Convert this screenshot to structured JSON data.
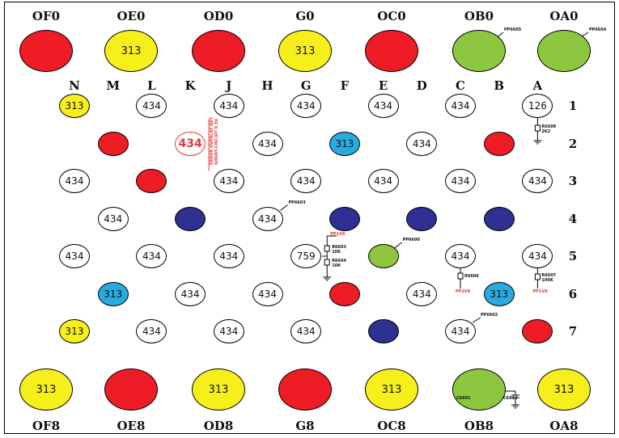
{
  "colors": {
    "yellow": "#f7ef1c",
    "red": "#ee1c24",
    "green": "#8dc63f",
    "blue": "#29abe2",
    "navy": "#2e3192",
    "white": "#ffffff",
    "highlight": "#e53935"
  },
  "top_labels": [
    "OF0",
    "OE0",
    "OD0",
    "G0",
    "OC0",
    "OB0",
    "OA0"
  ],
  "bottom_labels": [
    "OF8",
    "OE8",
    "OD8",
    "G8",
    "OC8",
    "OB8",
    "OA8"
  ],
  "column_labels": [
    "N",
    "M",
    "L",
    "K",
    "J",
    "H",
    "G",
    "F",
    "E",
    "D",
    "C",
    "B",
    "A"
  ],
  "row_labels": [
    "1",
    "2",
    "3",
    "4",
    "5",
    "6",
    "7"
  ],
  "top_pads": [
    {
      "color": "red",
      "text": ""
    },
    {
      "color": "yellow",
      "text": "313"
    },
    {
      "color": "red",
      "text": ""
    },
    {
      "color": "yellow",
      "text": "313"
    },
    {
      "color": "red",
      "text": ""
    },
    {
      "color": "green",
      "text": ""
    },
    {
      "color": "green",
      "text": ""
    }
  ],
  "bottom_pads": [
    {
      "color": "yellow",
      "text": "313"
    },
    {
      "color": "red",
      "text": ""
    },
    {
      "color": "yellow",
      "text": "313"
    },
    {
      "color": "red",
      "text": ""
    },
    {
      "color": "yellow",
      "text": "313"
    },
    {
      "color": "green",
      "text": ""
    },
    {
      "color": "yellow",
      "text": "313"
    }
  ],
  "grid_pads": [
    {
      "row": 0,
      "col": 0,
      "color": "yellow",
      "text": "313"
    },
    {
      "row": 0,
      "col": 2,
      "color": "white",
      "text": "434"
    },
    {
      "row": 0,
      "col": 4,
      "color": "white",
      "text": "434"
    },
    {
      "row": 0,
      "col": 6,
      "color": "white",
      "text": "434"
    },
    {
      "row": 0,
      "col": 8,
      "color": "white",
      "text": "434"
    },
    {
      "row": 0,
      "col": 10,
      "color": "white",
      "text": "434"
    },
    {
      "row": 0,
      "col": 12,
      "color": "white",
      "text": "126"
    },
    {
      "row": 1,
      "col": 1,
      "color": "red",
      "text": ""
    },
    {
      "row": 1,
      "col": 3,
      "color": "white",
      "text": "434",
      "highlight": true
    },
    {
      "row": 1,
      "col": 5,
      "color": "white",
      "text": "434"
    },
    {
      "row": 1,
      "col": 7,
      "color": "blue",
      "text": "313"
    },
    {
      "row": 1,
      "col": 9,
      "color": "white",
      "text": "434"
    },
    {
      "row": 1,
      "col": 11,
      "color": "red",
      "text": ""
    },
    {
      "row": 2,
      "col": 0,
      "color": "white",
      "text": "434"
    },
    {
      "row": 2,
      "col": 2,
      "color": "red",
      "text": ""
    },
    {
      "row": 2,
      "col": 4,
      "color": "white",
      "text": "434"
    },
    {
      "row": 2,
      "col": 6,
      "color": "white",
      "text": "434"
    },
    {
      "row": 2,
      "col": 8,
      "color": "white",
      "text": "434"
    },
    {
      "row": 2,
      "col": 10,
      "color": "white",
      "text": "434"
    },
    {
      "row": 2,
      "col": 12,
      "color": "white",
      "text": "434"
    },
    {
      "row": 3,
      "col": 1,
      "color": "white",
      "text": "434"
    },
    {
      "row": 3,
      "col": 3,
      "color": "navy",
      "text": ""
    },
    {
      "row": 3,
      "col": 5,
      "color": "white",
      "text": "434"
    },
    {
      "row": 3,
      "col": 7,
      "color": "navy",
      "text": ""
    },
    {
      "row": 3,
      "col": 9,
      "color": "navy",
      "text": ""
    },
    {
      "row": 3,
      "col": 11,
      "color": "navy",
      "text": ""
    },
    {
      "row": 4,
      "col": 0,
      "color": "white",
      "text": "434"
    },
    {
      "row": 4,
      "col": 2,
      "color": "white",
      "text": "434"
    },
    {
      "row": 4,
      "col": 4,
      "color": "white",
      "text": "434"
    },
    {
      "row": 4,
      "col": 6,
      "color": "white",
      "text": "759"
    },
    {
      "row": 4,
      "col": 8,
      "color": "green",
      "text": ""
    },
    {
      "row": 4,
      "col": 10,
      "color": "white",
      "text": "434"
    },
    {
      "row": 4,
      "col": 12,
      "color": "white",
      "text": "434"
    },
    {
      "row": 5,
      "col": 1,
      "color": "blue",
      "text": "313"
    },
    {
      "row": 5,
      "col": 3,
      "color": "white",
      "text": "434"
    },
    {
      "row": 5,
      "col": 5,
      "color": "white",
      "text": "434"
    },
    {
      "row": 5,
      "col": 7,
      "color": "red",
      "text": ""
    },
    {
      "row": 5,
      "col": 9,
      "color": "white",
      "text": "434"
    },
    {
      "row": 5,
      "col": 11,
      "color": "blue",
      "text": "313"
    },
    {
      "row": 6,
      "col": 0,
      "color": "yellow",
      "text": "313"
    },
    {
      "row": 6,
      "col": 2,
      "color": "white",
      "text": "434"
    },
    {
      "row": 6,
      "col": 4,
      "color": "white",
      "text": "434"
    },
    {
      "row": 6,
      "col": 6,
      "color": "white",
      "text": "434"
    },
    {
      "row": 6,
      "col": 8,
      "color": "navy",
      "text": ""
    },
    {
      "row": 6,
      "col": 10,
      "color": "white",
      "text": "434"
    },
    {
      "row": 6,
      "col": 12,
      "color": "red",
      "text": ""
    }
  ],
  "component_tags": {
    "pp_ob0": "PP6605",
    "pp_oa0": "PP6604",
    "pp_h4": "PP6603",
    "pp_e5": "PP6600",
    "pp_c7": "PP6602",
    "pp_f5": "PP1V8",
    "pp_c6": "PP1V8",
    "pp_a6": "PP1V8",
    "r_a2_ref": "R6609",
    "r_a2_val": "2K2",
    "r_f5a_ref": "R6603",
    "r_f5a_val": "10K",
    "r_f5b_ref": "R6604",
    "r_f5b_val": "10K",
    "r_c6_ref": "R6606",
    "r_a6_ref": "R6607",
    "r_a6_val": "100K",
    "c_ob8_a": "C6601",
    "c_ob8_b": "C6612"
  },
  "highlight_note_lines": [
    "ERROR OVERLAY NET",
    "SHORT-CIRCUIT 0.3V"
  ]
}
